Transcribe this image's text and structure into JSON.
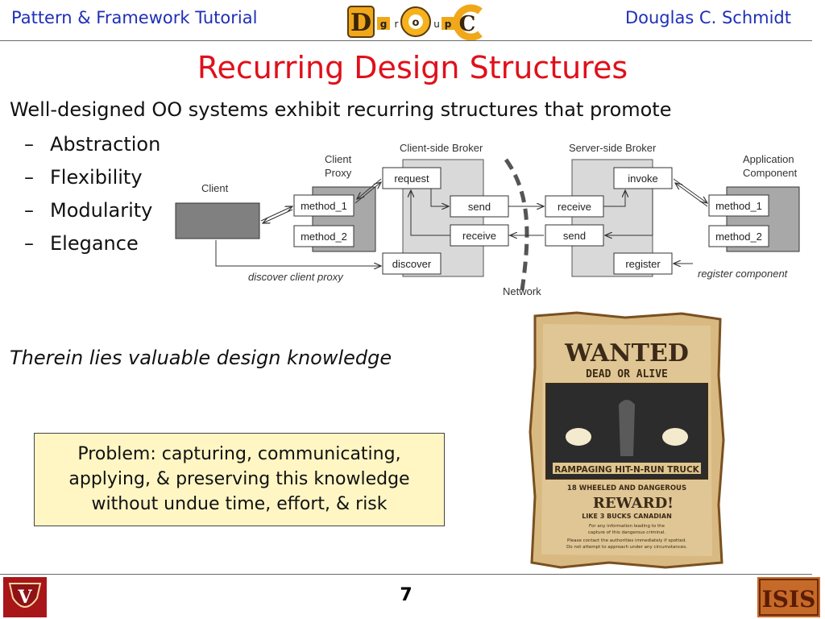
{
  "header": {
    "left": "Pattern & Framework Tutorial",
    "right": "Douglas C. Schmidt",
    "logo_letters": [
      "D",
      "g",
      "r",
      "o",
      "u",
      "p",
      "C"
    ]
  },
  "title": "Recurring Design Structures",
  "intro": "Well-designed OO systems exhibit recurring structures that promote",
  "bullets": [
    {
      "dash": "–",
      "label": "Abstraction"
    },
    {
      "dash": "–",
      "label": "Flexibility"
    },
    {
      "dash": "–",
      "label": "Modularity"
    },
    {
      "dash": "–",
      "label": "Elegance"
    }
  ],
  "diagram": {
    "client": "Client",
    "client_proxy": [
      "Client",
      "Proxy"
    ],
    "client_broker": "Client-side Broker",
    "server_broker": "Server-side Broker",
    "app_component": [
      "Application",
      "Component"
    ],
    "method_1": "method_1",
    "method_2": "method_2",
    "request": "request",
    "send": "send",
    "receive": "receive",
    "discover": "discover",
    "invoke": "invoke",
    "register": "register",
    "discover_label": "discover client proxy",
    "register_label": "register component",
    "network": "Network"
  },
  "therein": "Therein lies valuable design knowledge",
  "problem": [
    "Problem: capturing, communicating,",
    "applying, & preserving this knowledge",
    "without undue time, effort, & risk"
  ],
  "poster": {
    "wanted": "WANTED",
    "dead_or_alive": "DEAD OR ALIVE",
    "headline": "RAMPAGING HIT-N-RUN TRUCK",
    "subline": "18 WHEELED AND DANGEROUS",
    "reward": "REWARD!",
    "reward_amount": "LIKE 3 BUCKS CANADIAN",
    "fine1": "For any information leading to the",
    "fine2": "capture of this dangerous criminal.",
    "fine3": "Please contact the authorities immediately if spotted.",
    "fine4": "Do not attempt to approach under any circumstances."
  },
  "footer": {
    "page_number": "7",
    "left_logo": "V",
    "right_logo": "ISIS"
  },
  "colors": {
    "header_text": "#1f2fb8",
    "title": "#e0101a",
    "problem_bg": "#fff6c4"
  }
}
